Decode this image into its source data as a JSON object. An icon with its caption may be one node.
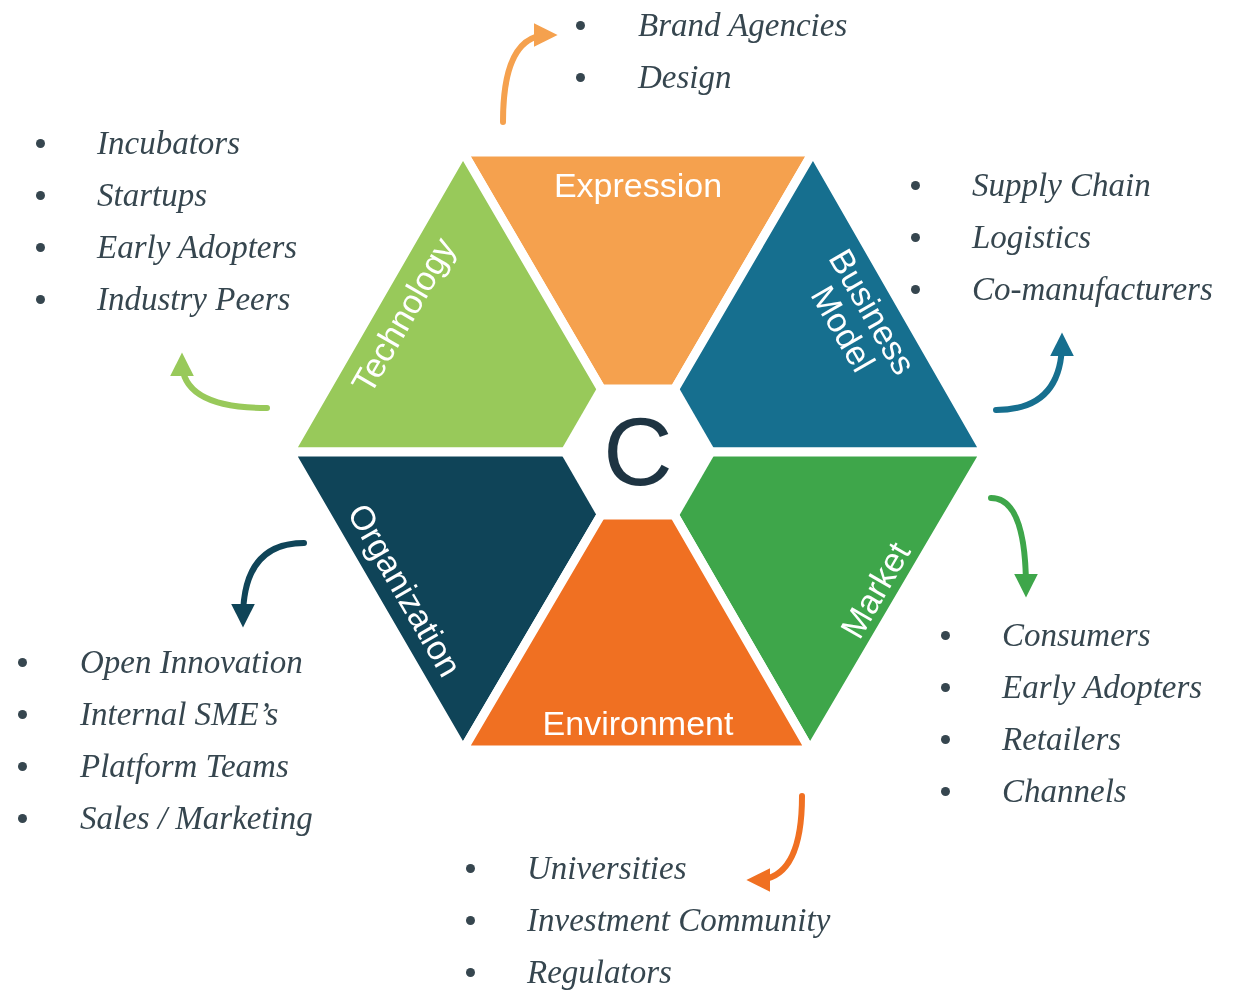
{
  "diagram": {
    "nodes": [
      {
        "text": [
          "Brand Agencies",
          "Design"
        ]
      },
      {
        "text": [
          "Incubators",
          "Startups",
          "Early Adopters",
          "Industry Peers"
        ]
      },
      {
        "text": [
          "Expression"
        ]
      },
      {
        "text": [
          "Supply Chain",
          "Logistics",
          "Co-manufacturers"
        ]
      },
      {
        "text": [
          "Technology"
        ]
      },
      {
        "text": [
          "Business Model"
        ]
      },
      {
        "text": [
          "C"
        ]
      },
      {
        "text": [
          "Organization"
        ]
      },
      {
        "text": [
          "Market"
        ]
      },
      {
        "text": [
          "Environment"
        ]
      },
      {
        "text": [
          "Open Innovation",
          "Internal SME’s",
          "Platform Teams",
          "Sales / Marketing"
        ]
      },
      {
        "text": [
          "Consumers",
          "Early Adopters",
          "Retailers",
          "Channels"
        ]
      },
      {
        "text": [
          "Universities",
          "Investment Community",
          "Regulators"
        ]
      }
    ],
    "edges": [
      {
        "from": 2,
        "to": 0,
        "arrow": "to",
        "color": "#f5a14e"
      },
      {
        "from": 4,
        "to": 1,
        "arrow": "to",
        "color": "#98c95a"
      },
      {
        "from": 5,
        "to": 3,
        "arrow": "to",
        "color": "#166f8f"
      },
      {
        "from": 8,
        "to": 11,
        "arrow": "to",
        "color": "#3ea64a"
      },
      {
        "from": 9,
        "to": 12,
        "arrow": "to",
        "color": "#f07022"
      },
      {
        "from": 7,
        "to": 10,
        "arrow": "to",
        "color": "#0f4458"
      }
    ]
  }
}
